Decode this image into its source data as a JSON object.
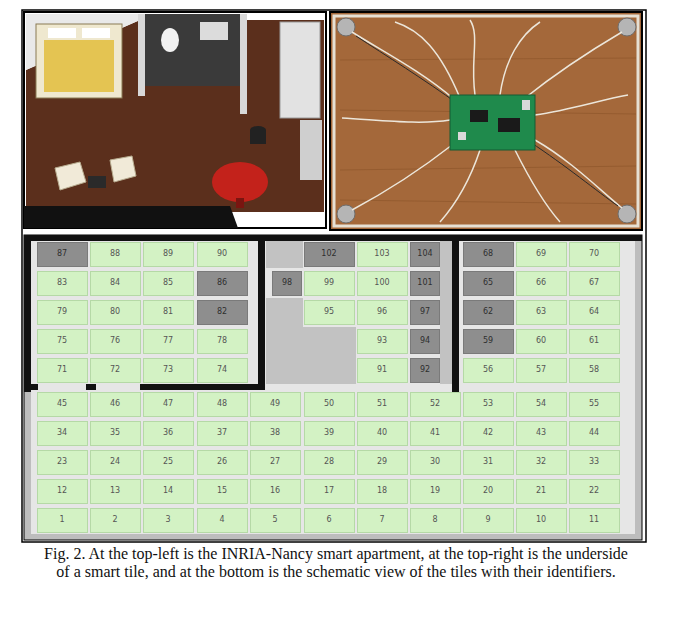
{
  "diagram": {
    "caption": "Fig. 2. At the top-left is the INRIA-Nancy smart apartment, at the top-right is the underside of a smart tile, and at the bottom is the schematic view of the tiles with their identifiers.",
    "nodes": [
      {
        "text": [
          "87"
        ]
      },
      {
        "text": [
          "88"
        ]
      },
      {
        "text": [
          "89"
        ]
      },
      {
        "text": [
          "90"
        ]
      },
      {
        "text": [
          "102"
        ]
      },
      {
        "text": [
          "103"
        ]
      },
      {
        "text": [
          "104"
        ]
      },
      {
        "text": [
          "68"
        ]
      },
      {
        "text": [
          "69"
        ]
      },
      {
        "text": [
          "70"
        ]
      },
      {
        "text": [
          "83"
        ]
      },
      {
        "text": [
          "84"
        ]
      },
      {
        "text": [
          "85"
        ]
      },
      {
        "text": [
          "86"
        ]
      },
      {
        "text": [
          "98"
        ]
      },
      {
        "text": [
          "99"
        ]
      },
      {
        "text": [
          "100"
        ]
      },
      {
        "text": [
          "101"
        ]
      },
      {
        "text": [
          "65"
        ]
      },
      {
        "text": [
          "66"
        ]
      },
      {
        "text": [
          "67"
        ]
      },
      {
        "text": [
          "79"
        ]
      },
      {
        "text": [
          "80"
        ]
      },
      {
        "text": [
          "81"
        ]
      },
      {
        "text": [
          "82"
        ]
      },
      {
        "text": [
          "95"
        ]
      },
      {
        "text": [
          "96"
        ]
      },
      {
        "text": [
          "97"
        ]
      },
      {
        "text": [
          "62"
        ]
      },
      {
        "text": [
          "63"
        ]
      },
      {
        "text": [
          "64"
        ]
      },
      {
        "text": [
          "75"
        ]
      },
      {
        "text": [
          "76"
        ]
      },
      {
        "text": [
          "77"
        ]
      },
      {
        "text": [
          "78"
        ]
      },
      {
        "text": [
          "93"
        ]
      },
      {
        "text": [
          "94"
        ]
      },
      {
        "text": [
          "59"
        ]
      },
      {
        "text": [
          "60"
        ]
      },
      {
        "text": [
          "61"
        ]
      },
      {
        "text": [
          "71"
        ]
      },
      {
        "text": [
          "72"
        ]
      },
      {
        "text": [
          "73"
        ]
      },
      {
        "text": [
          "74"
        ]
      },
      {
        "text": [
          "91"
        ]
      },
      {
        "text": [
          "92"
        ]
      },
      {
        "text": [
          "56"
        ]
      },
      {
        "text": [
          "57"
        ]
      },
      {
        "text": [
          "58"
        ]
      },
      {
        "text": [
          "45"
        ]
      },
      {
        "text": [
          "46"
        ]
      },
      {
        "text": [
          "47"
        ]
      },
      {
        "text": [
          "48"
        ]
      },
      {
        "text": [
          "49"
        ]
      },
      {
        "text": [
          "50"
        ]
      },
      {
        "text": [
          "51"
        ]
      },
      {
        "text": [
          "52"
        ]
      },
      {
        "text": [
          "53"
        ]
      },
      {
        "text": [
          "54"
        ]
      },
      {
        "text": [
          "55"
        ]
      },
      {
        "text": [
          "34"
        ]
      },
      {
        "text": [
          "35"
        ]
      },
      {
        "text": [
          "36"
        ]
      },
      {
        "text": [
          "37"
        ]
      },
      {
        "text": [
          "38"
        ]
      },
      {
        "text": [
          "39"
        ]
      },
      {
        "text": [
          "40"
        ]
      },
      {
        "text": [
          "41"
        ]
      },
      {
        "text": [
          "42"
        ]
      },
      {
        "text": [
          "43"
        ]
      },
      {
        "text": [
          "44"
        ]
      },
      {
        "text": [
          "23"
        ]
      },
      {
        "text": [
          "24"
        ]
      },
      {
        "text": [
          "25"
        ]
      },
      {
        "text": [
          "26"
        ]
      },
      {
        "text": [
          "27"
        ]
      },
      {
        "text": [
          "28"
        ]
      },
      {
        "text": [
          "29"
        ]
      },
      {
        "text": [
          "30"
        ]
      },
      {
        "text": [
          "31"
        ]
      },
      {
        "text": [
          "32"
        ]
      },
      {
        "text": [
          "33"
        ]
      },
      {
        "text": [
          "12"
        ]
      },
      {
        "text": [
          "13"
        ]
      },
      {
        "text": [
          "14"
        ]
      },
      {
        "text": [
          "15"
        ]
      },
      {
        "text": [
          "16"
        ]
      },
      {
        "text": [
          "17"
        ]
      },
      {
        "text": [
          "18"
        ]
      },
      {
        "text": [
          "19"
        ]
      },
      {
        "text": [
          "20"
        ]
      },
      {
        "text": [
          "21"
        ]
      },
      {
        "text": [
          "22"
        ]
      },
      {
        "text": [
          "1"
        ]
      },
      {
        "text": [
          "2"
        ]
      },
      {
        "text": [
          "3"
        ]
      },
      {
        "text": [
          "4"
        ]
      },
      {
        "text": [
          "5"
        ]
      },
      {
        "text": [
          "6"
        ]
      },
      {
        "text": [
          "7"
        ]
      },
      {
        "text": [
          "8"
        ]
      },
      {
        "text": [
          "9"
        ]
      },
      {
        "text": [
          "10"
        ]
      },
      {
        "text": [
          "11"
        ]
      }
    ]
  }
}
